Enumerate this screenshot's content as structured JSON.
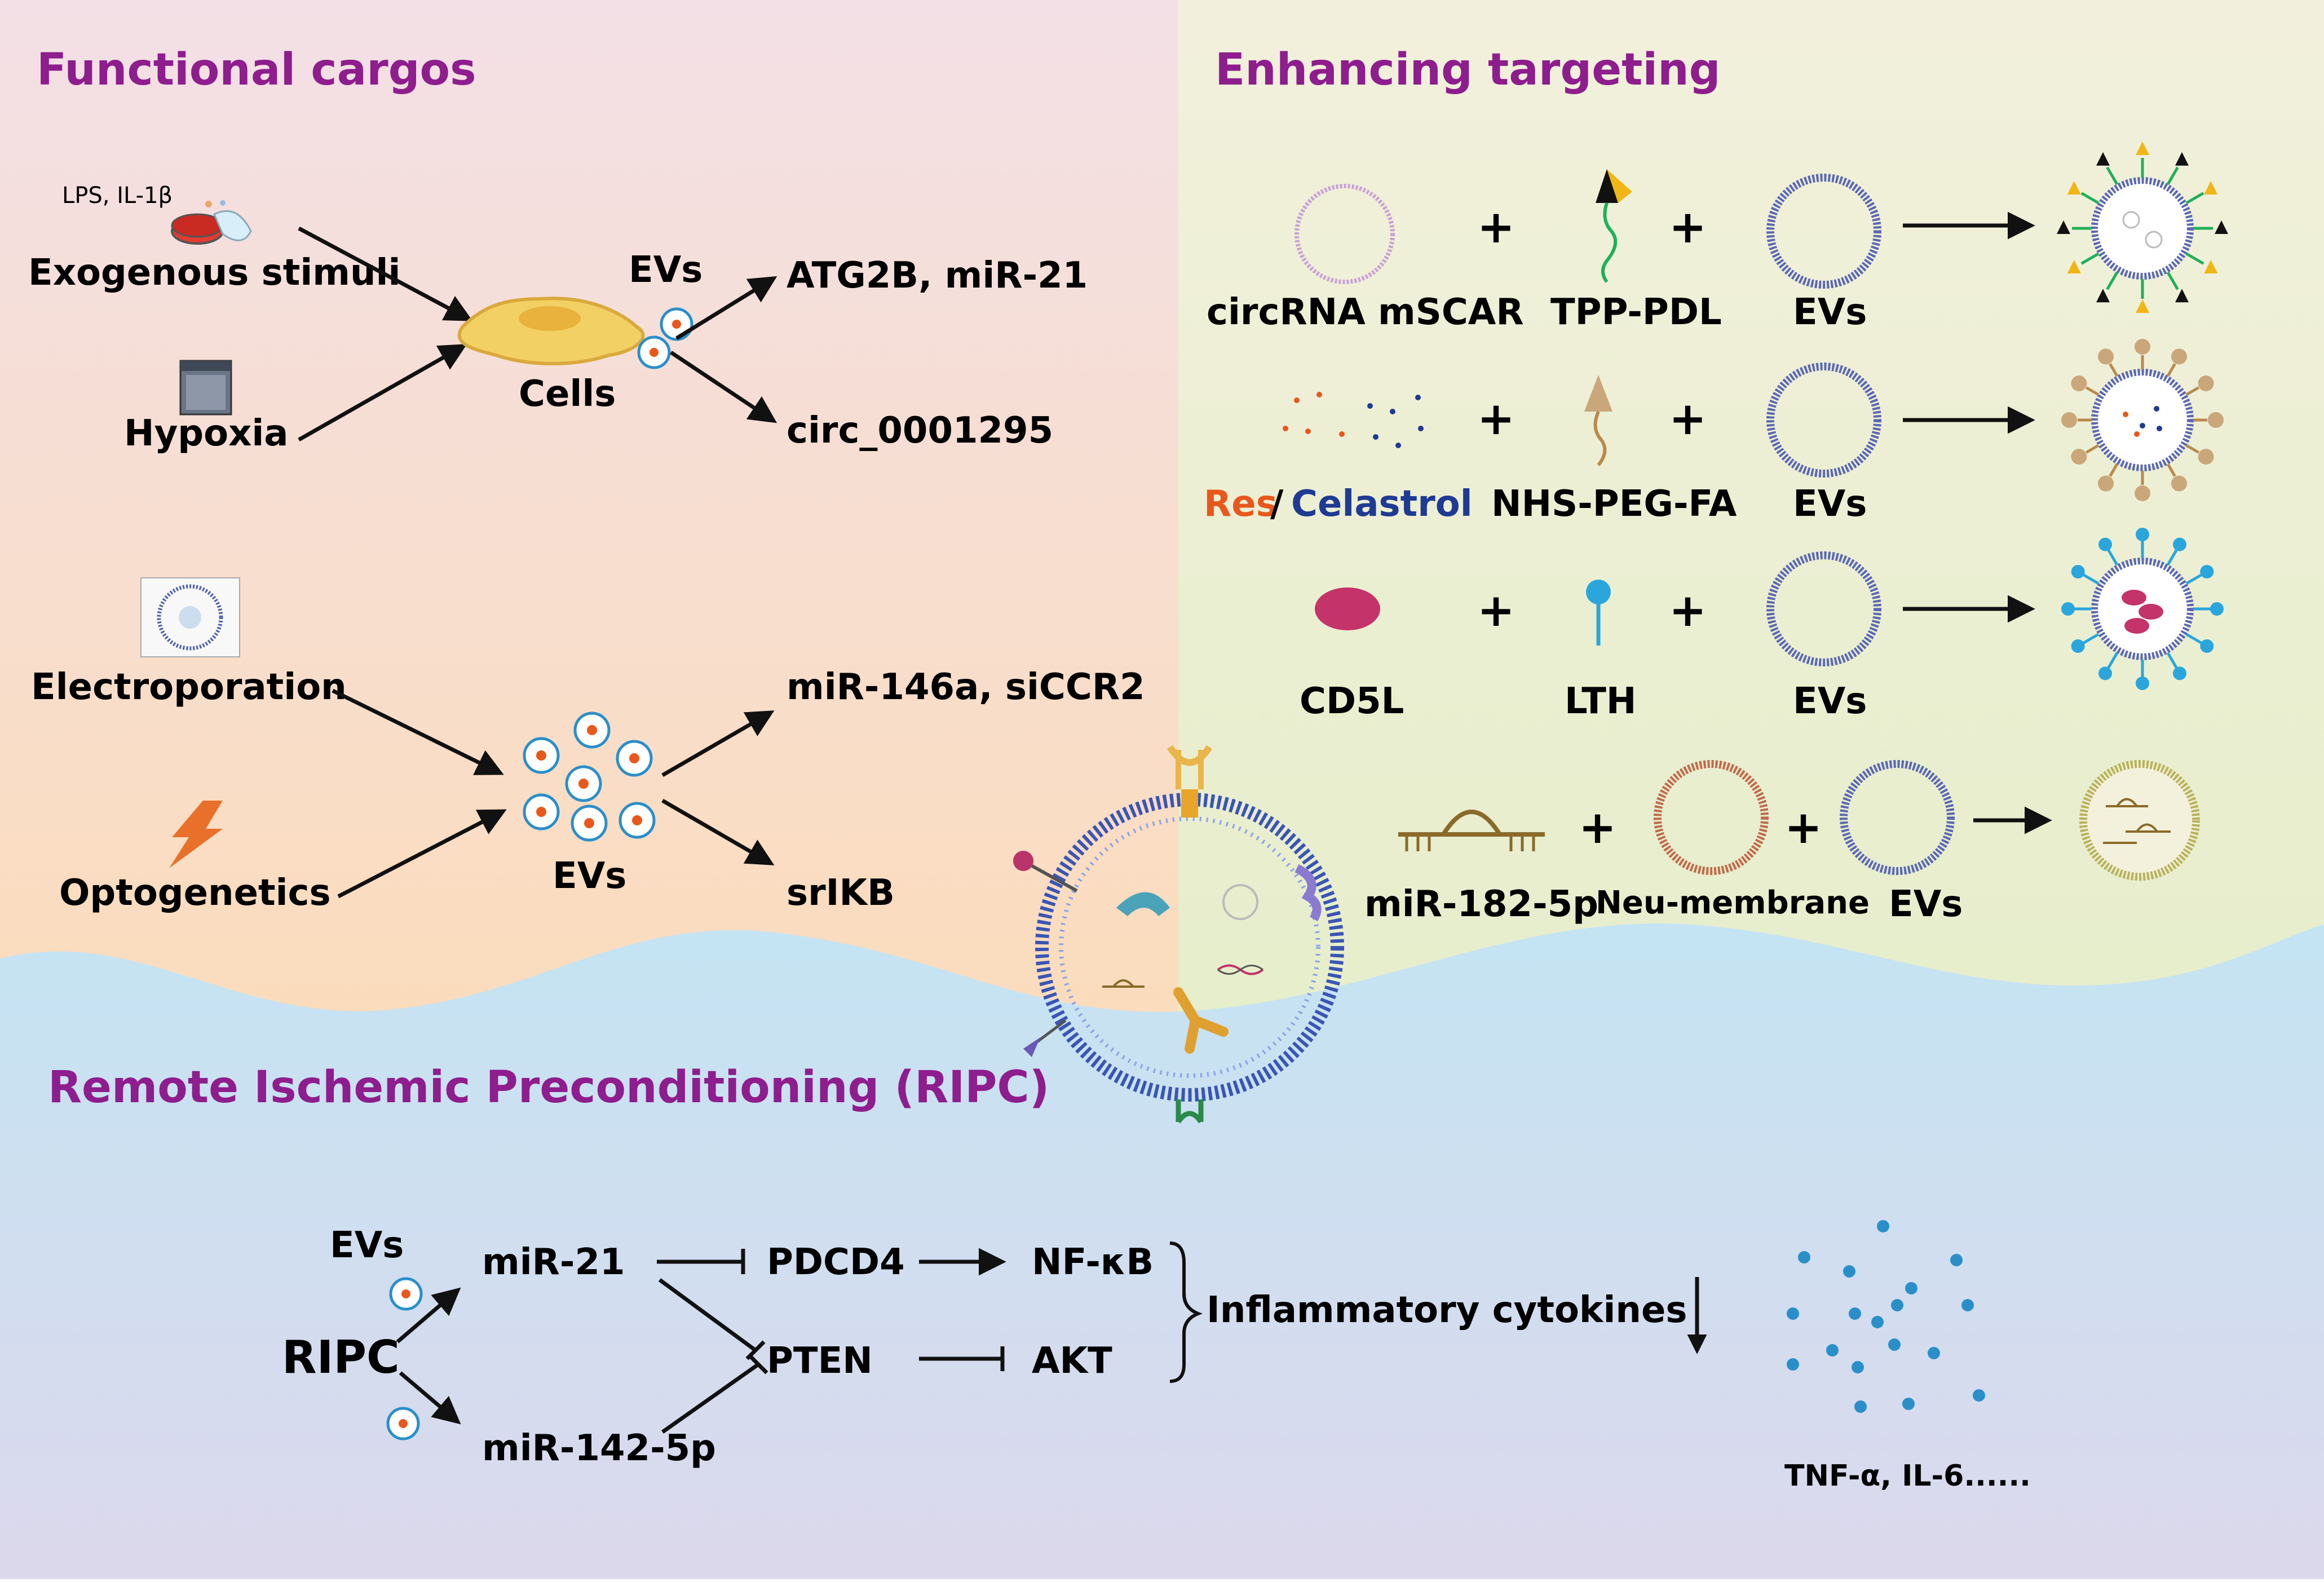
{
  "sections": {
    "functional_cargos": "Functional cargos",
    "enhancing_targeting": "Enhancing targeting",
    "ripc": "Remote Ischemic Preconditioning (RIPC)"
  },
  "functional": {
    "lps": "LPS, IL-1β",
    "exogenous": "Exogenous stimuli",
    "hypoxia": "Hypoxia",
    "cells": "Cells",
    "evs_top": "EVs",
    "atg2b": "ATG2B, miR-21",
    "circ": "circ_0001295",
    "electroporation": "Electroporation",
    "optogenetics": "Optogenetics",
    "evs_bottom": "EVs",
    "mir146a": "miR-146a, siCCR2",
    "srikb": "srIKB"
  },
  "targeting": {
    "plus": "+",
    "row1": {
      "a": "circRNA mSCAR",
      "b": "TPP-PDL",
      "c": "EVs"
    },
    "row2": {
      "a1": "Res",
      "slash": "/",
      "a2": "Celastrol",
      "b": "NHS-PEG-FA",
      "c": "EVs"
    },
    "row3": {
      "a": "CD5L",
      "b": "LTH",
      "c": "EVs"
    },
    "row4": {
      "a": "miR-182-5p",
      "b": "Neu-membrane",
      "c": "EVs"
    }
  },
  "ripc": {
    "evs": "EVs",
    "ripc": "RIPC",
    "mir21": "miR-21",
    "mir142": "miR-142-5p",
    "pdcd4": "PDCD4",
    "pten": "PTEN",
    "nfkb": "NF-κB",
    "akt": "AKT",
    "inflammatory": "Inflammatory cytokines",
    "tnf": "TNF-α, IL-6......"
  },
  "colors": {
    "title_purple": "#8e1d8e",
    "res_orange": "#e8581c",
    "celastrol_blue": "#1f3a93",
    "ev_blue": "#4a5fb0",
    "cytokine_blue": "#2a8fc9"
  }
}
